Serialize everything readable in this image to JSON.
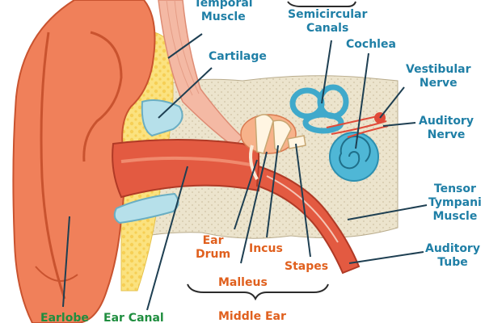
{
  "labels": {
    "temporal_muscle": [
      "Temporal",
      "Muscle"
    ],
    "cartilage": "Cartilage",
    "semicircular_canals": [
      "Semicircular",
      "Canals"
    ],
    "cochlea": "Cochlea",
    "vestibular_nerve": [
      "Vestibular",
      "Nerve"
    ],
    "auditory_nerve": [
      "Auditory",
      "Nerve"
    ],
    "tensor_tympani_muscle": [
      "Tensor",
      "Tympani",
      "Muscle"
    ],
    "auditory_tube": [
      "Auditory",
      "Tube"
    ],
    "ear_drum": [
      "Ear",
      "Drum"
    ],
    "incus": "Incus",
    "stapes": "Stapes",
    "malleus": "Malleus",
    "middle_ear": "Middle Ear",
    "earlobe": "Earlobe",
    "ear_canal": "Ear Canal"
  },
  "colors": {
    "label_blue": "#1f7fa6",
    "label_orange": "#e0601e",
    "label_green": "#1f8e3f",
    "skin": "#f07e58",
    "bone": "#ebe3cc",
    "fat": "#fbe58a",
    "inner_ear": "#4fb7d6",
    "canal": "#dc4a36"
  }
}
